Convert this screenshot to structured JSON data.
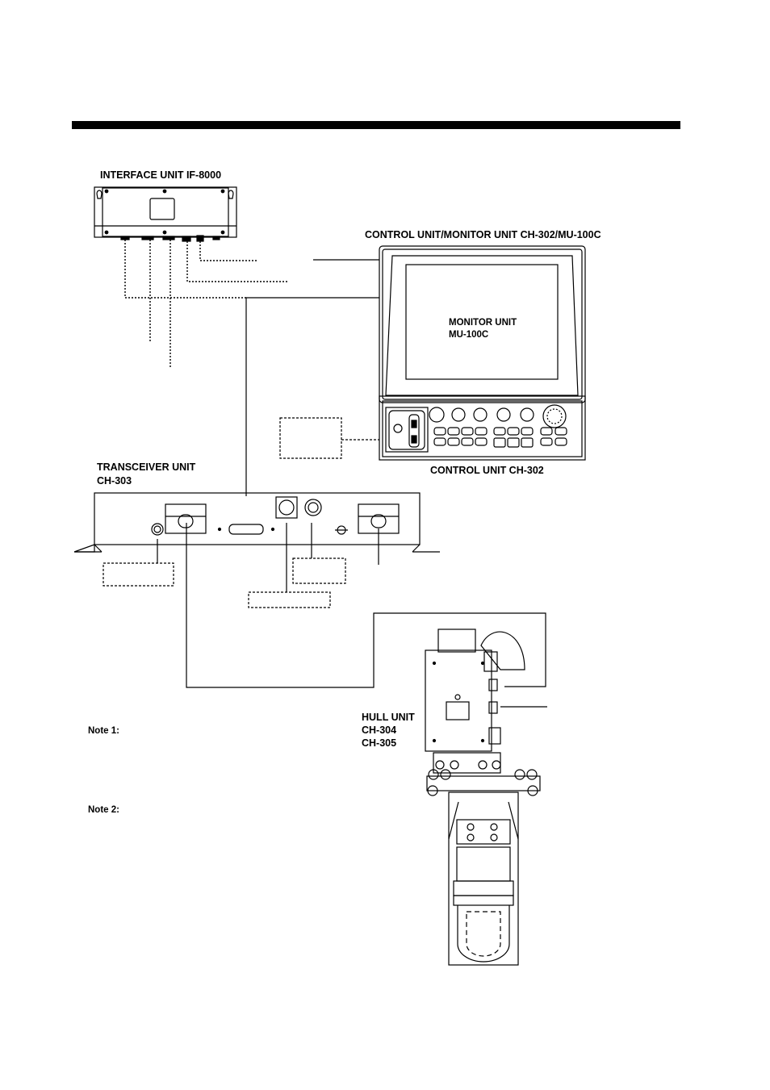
{
  "labels": {
    "interface_unit": "INTERFACE UNIT IF-8000",
    "control_monitor_unit": "CONTROL UNIT/MONITOR UNIT CH-302/MU-100C",
    "monitor_unit_line1": "MONITOR UNIT",
    "monitor_unit_line2": "MU-100C",
    "control_unit": "CONTROL UNIT CH-302",
    "transceiver_line1": "TRANSCEIVER UNIT",
    "transceiver_line2": "CH-303",
    "hull_unit_line1": "HULL UNIT",
    "hull_unit_line2": "CH-304",
    "hull_unit_line3": "CH-305",
    "note1": "Note 1:",
    "note2": "Note 2:"
  },
  "colors": {
    "ink": "#000000",
    "paper": "#ffffff"
  }
}
